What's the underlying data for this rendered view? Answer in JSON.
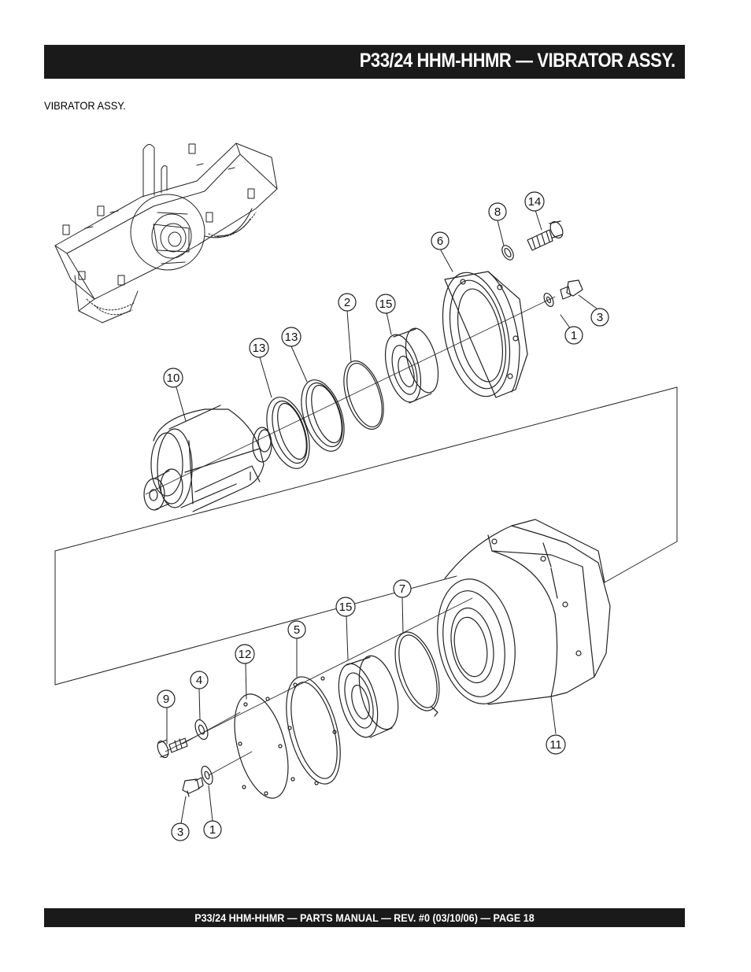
{
  "header": {
    "title": "P33/24 HHM-HHMR — VIBRATOR ASSY."
  },
  "section": {
    "label": "VIBRATOR ASSY."
  },
  "footer": {
    "text": "P33/24 HHM-HHMR — PARTS MANUAL — REV. #0 (03/10/06) — PAGE 18"
  },
  "callouts": [
    {
      "id": "c8a",
      "label": "8"
    },
    {
      "id": "c14",
      "label": "14"
    },
    {
      "id": "c6",
      "label": "6"
    },
    {
      "id": "c3a",
      "label": "3"
    },
    {
      "id": "c1a",
      "label": "1"
    },
    {
      "id": "c2",
      "label": "2"
    },
    {
      "id": "c15a",
      "label": "15"
    },
    {
      "id": "c13a",
      "label": "13"
    },
    {
      "id": "c13b",
      "label": "13"
    },
    {
      "id": "c10",
      "label": "10"
    },
    {
      "id": "c7",
      "label": "7"
    },
    {
      "id": "c15b",
      "label": "15"
    },
    {
      "id": "c5",
      "label": "5"
    },
    {
      "id": "c12",
      "label": "12"
    },
    {
      "id": "c4",
      "label": "4"
    },
    {
      "id": "c9",
      "label": "9"
    },
    {
      "id": "c11",
      "label": "11"
    },
    {
      "id": "c3b",
      "label": "3"
    },
    {
      "id": "c1b",
      "label": "1"
    }
  ],
  "colors": {
    "bar": "#1a1a1a",
    "ink": "#222222"
  }
}
